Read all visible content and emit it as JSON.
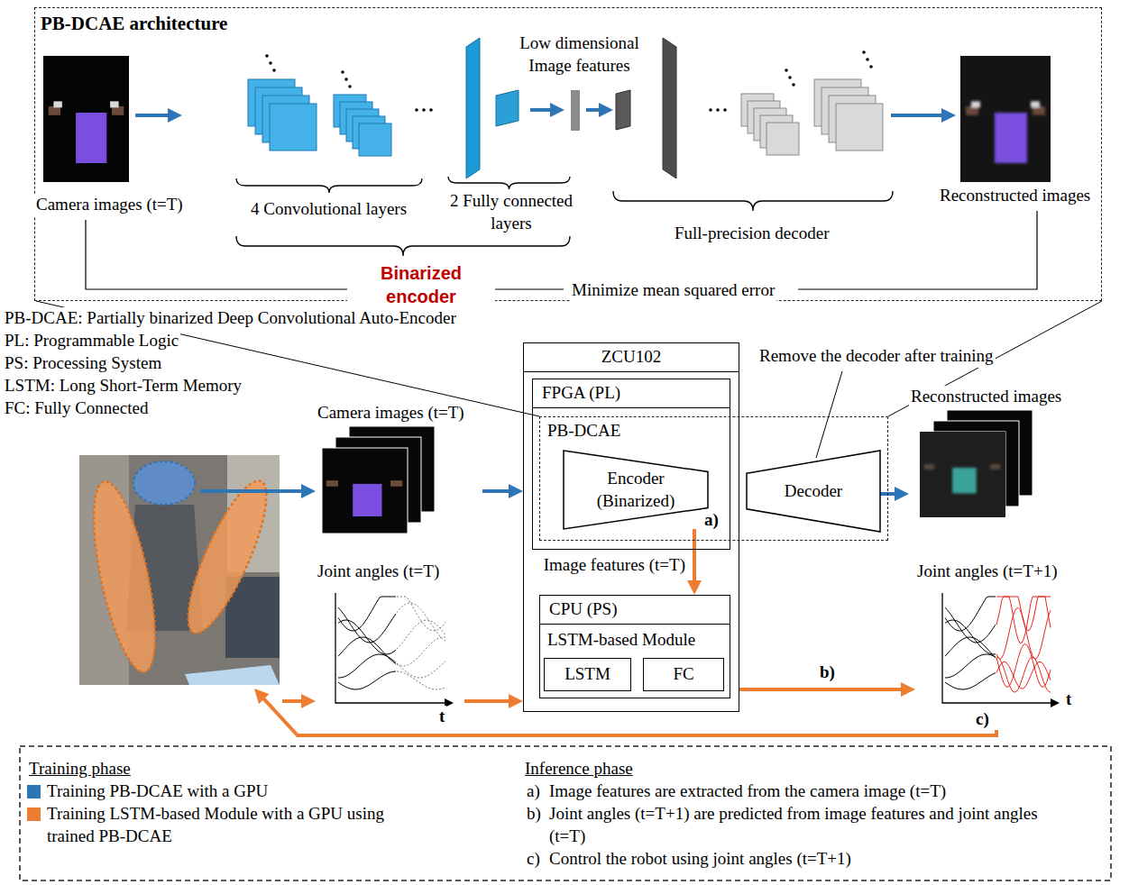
{
  "diagram": {
    "nodes": [
      {
        "text": [
          "PB-DCAE architecture"
        ]
      },
      {
        "text": [
          "Camera images (t=T)"
        ]
      },
      {
        "text": [
          "Joint angles (t=T)"
        ]
      },
      {
        "text": [
          "ZCU102"
        ]
      },
      {
        "text": [
          "FPGA (PL)"
        ],
        "in": 3
      },
      {
        "text": [
          "PB-DCAE"
        ]
      },
      {
        "text": [
          "Encoder (Binarized)"
        ],
        "in": 5
      },
      {
        "text": [
          "Decoder"
        ],
        "in": 5
      },
      {
        "text": [
          "CPU (PS)",
          "LSTM-based Module"
        ],
        "in": 3
      },
      {
        "text": [
          "LSTM"
        ],
        "in": 8
      },
      {
        "text": [
          "FC"
        ],
        "in": 8
      },
      {
        "text": [
          "Reconstructed images"
        ]
      },
      {
        "text": [
          "Joint angles (t=T+1)"
        ]
      }
    ],
    "edges": [
      {
        "from": 1,
        "to": 3,
        "arrow": "to"
      },
      {
        "from": 2,
        "to": 3,
        "arrow": "to"
      },
      {
        "from": 6,
        "to": 8,
        "arrow": "to",
        "label": "Image features (t=T)"
      },
      {
        "from": 7,
        "to": 11,
        "arrow": "to"
      },
      {
        "from": 3,
        "to": 12,
        "arrow": "to",
        "label": "b)"
      }
    ],
    "labels": [
      "Camera images (t=T)",
      "4 Convolutional layers",
      "2 Fully connected layers",
      "Low dimensional Image features",
      "Full-precision decoder",
      "Reconstructed images",
      "Binarized encoder",
      "Minimize mean squared error",
      "PB-DCAE: Partially binarized Deep Convolutional Auto-Encoder",
      "PL: Programmable Logic",
      "PS: Processing System",
      "LSTM: Long Short-Term Memory",
      "FC: Fully Connected",
      "Remove the decoder after training",
      "a)",
      "t",
      "t",
      "c)",
      "Training phase",
      "Inference phase",
      "a)",
      "Image features are extracted from the camera image (t=T)",
      "b)",
      "Joint angles (t=T+1) are predicted from image features and joint angles (t=T)",
      "c)",
      "Control the robot using joint angles (t=T+1)"
    ],
    "legend": [
      {
        "text": "Training PB-DCAE with a GPU",
        "color": "#2e75b6"
      },
      {
        "text": "Training LSTM-based Module with a GPU using trained PB-DCAE",
        "color": "#ed7d31"
      }
    ]
  }
}
